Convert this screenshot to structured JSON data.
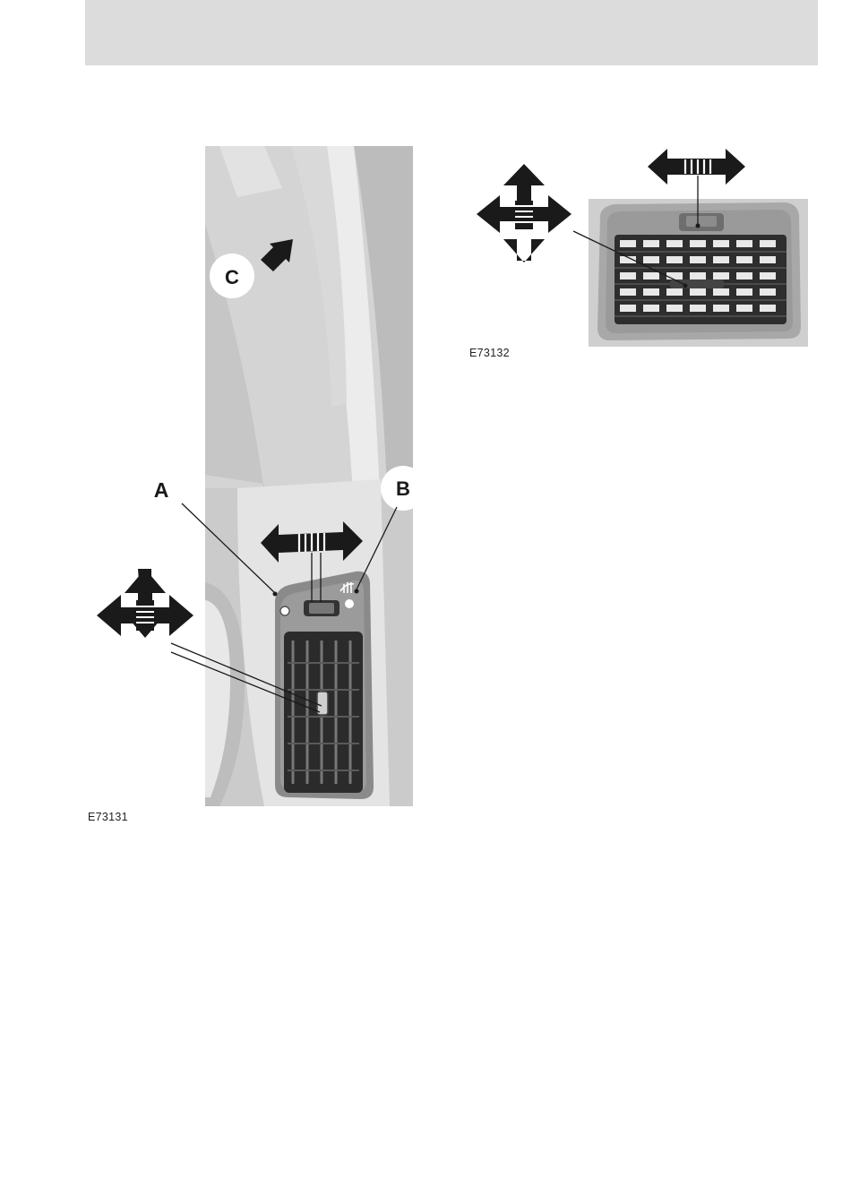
{
  "figure_left": {
    "id": "E73131",
    "labels": {
      "a": "A",
      "b": "B",
      "c": "C"
    },
    "icons": [
      "four-way-arrow-icon",
      "two-way-arrow-icon",
      "push-arrow-icon",
      "defrost-symbol-icon"
    ]
  },
  "figure_right": {
    "id": "E73132",
    "icons": [
      "four-way-arrow-icon",
      "two-way-arrow-icon"
    ]
  },
  "colors": {
    "header_band": "#dcdcdc",
    "panel_light": "#e6e6e6",
    "panel_mid": "#c9c9c9",
    "vent_dark": "#2b2b2b",
    "arrow": "#1a1a1a"
  }
}
